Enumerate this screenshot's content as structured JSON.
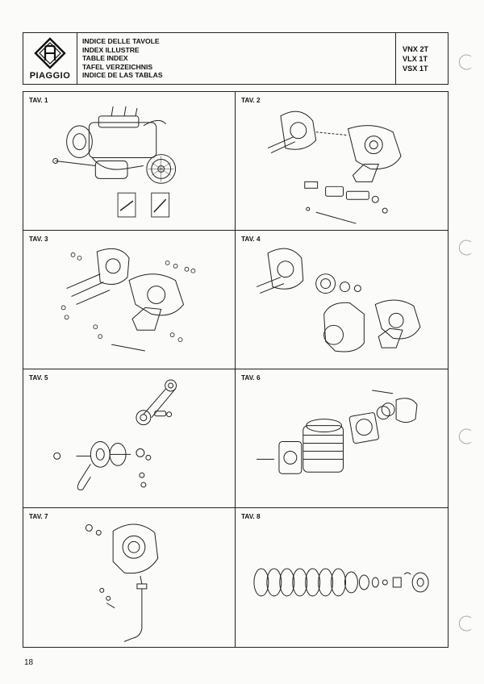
{
  "header": {
    "brand": "PIAGGIO",
    "titles": [
      "INDICE DELLE TAVOLE",
      "INDEX ILLUSTRE",
      "TABLE INDEX",
      "TAFEL VERZEICHNIS",
      "INDICE DE LAS TABLAS"
    ],
    "models": [
      "VNX 2T",
      "VLX 1T",
      "VSX 1T"
    ]
  },
  "panels": [
    {
      "label": "TAV. 1"
    },
    {
      "label": "TAV. 2"
    },
    {
      "label": "TAV. 3"
    },
    {
      "label": "TAV. 4"
    },
    {
      "label": "TAV. 5"
    },
    {
      "label": "TAV. 6"
    },
    {
      "label": "TAV. 7"
    },
    {
      "label": "TAV. 8"
    }
  ],
  "footer": {
    "page_number": "18"
  }
}
